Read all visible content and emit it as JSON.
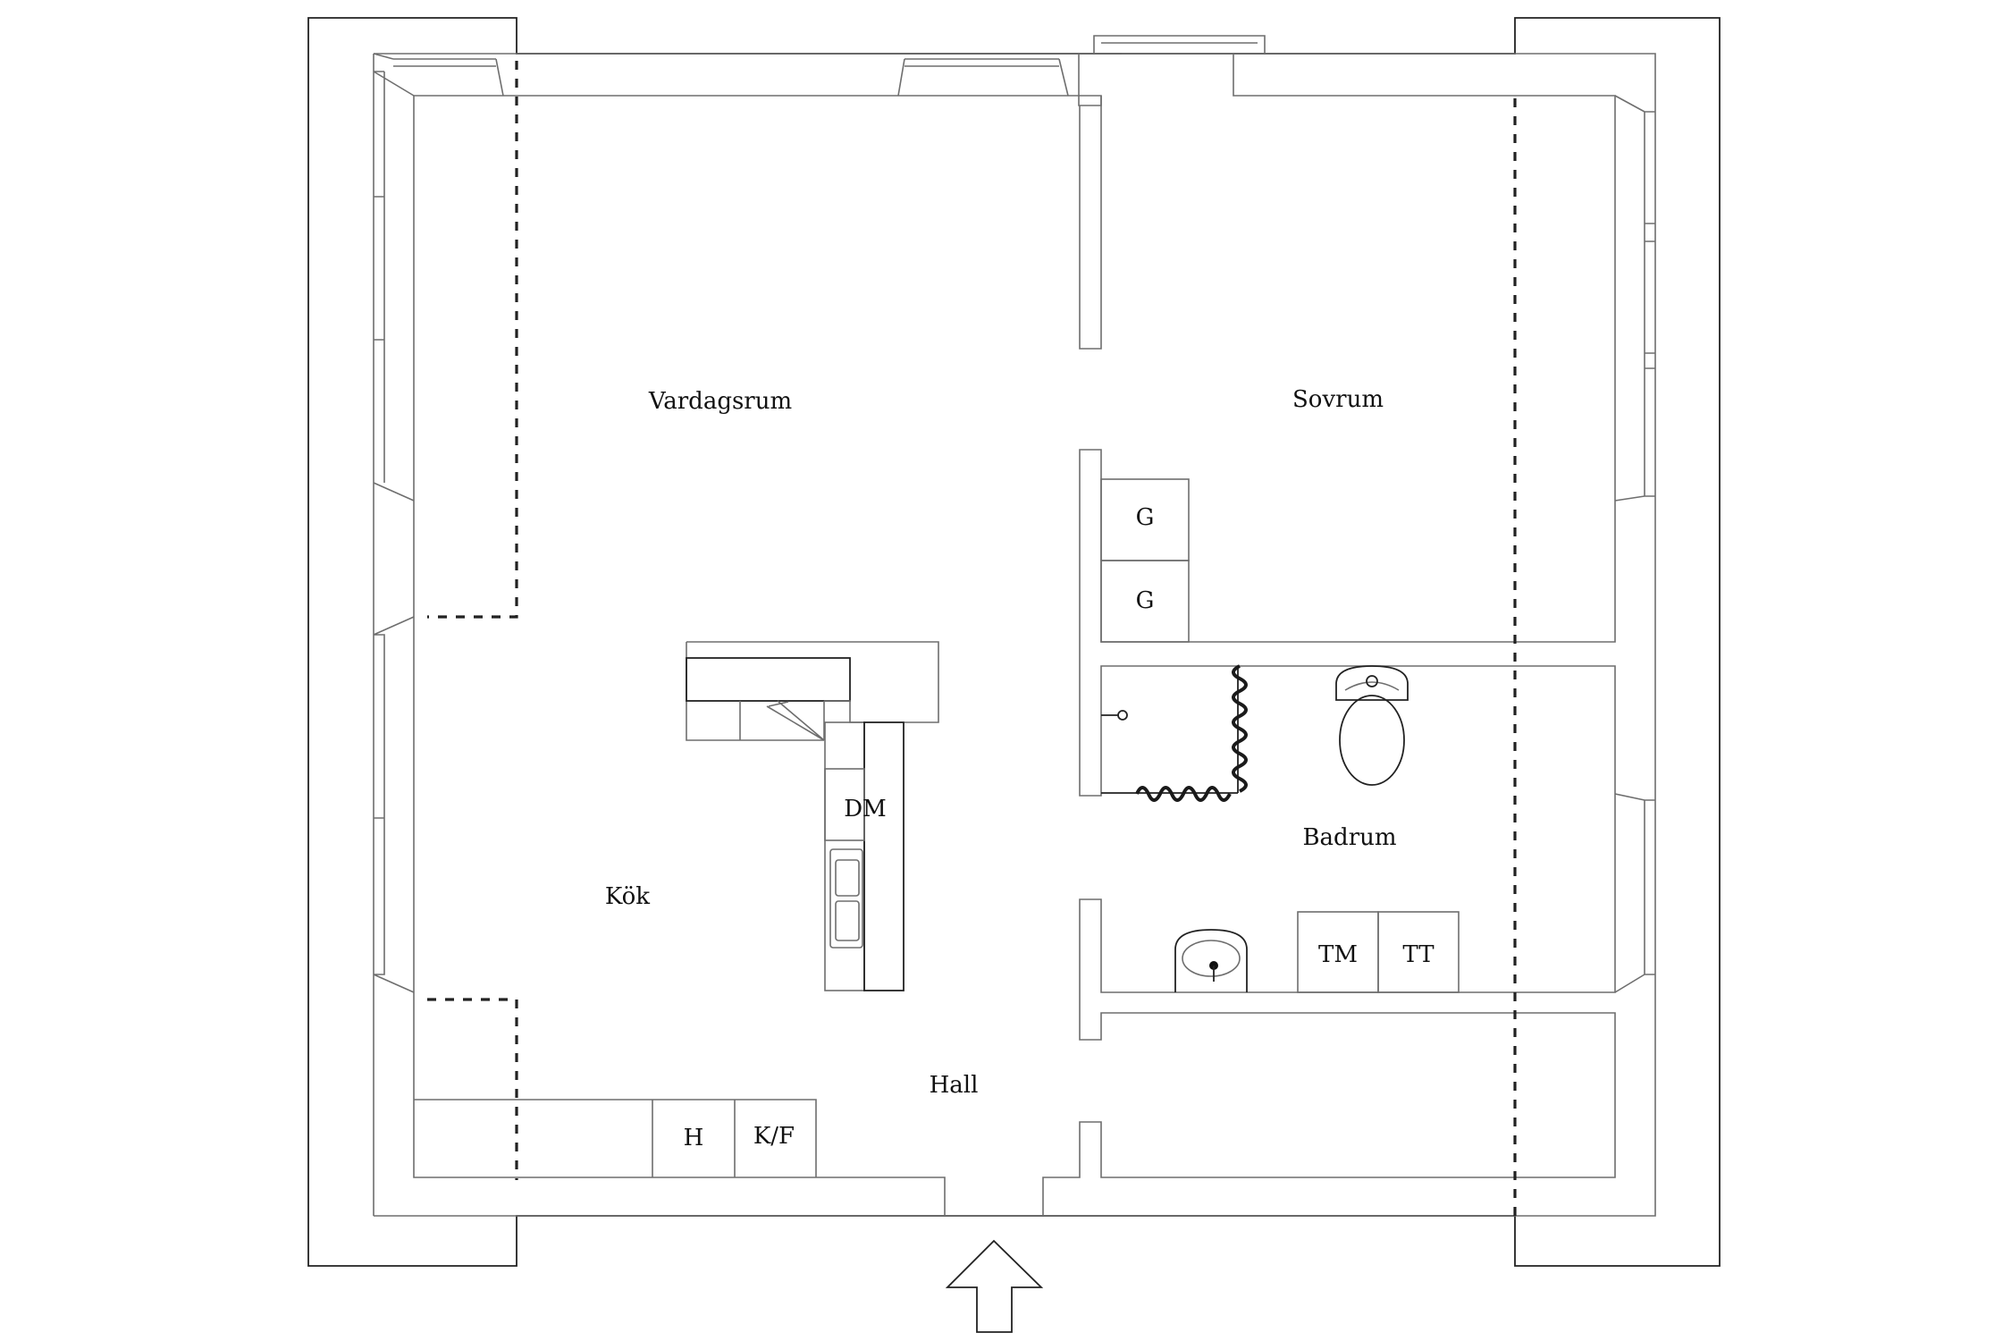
{
  "rooms": {
    "vardagsrum": "Vardagsrum",
    "sovrum": "Sovrum",
    "kok": "Kök",
    "badrum": "Badrum",
    "hall": "Hall"
  },
  "fixtures": {
    "wardrobe_1": "G",
    "wardrobe_2": "G",
    "dishwasher": "DM",
    "washing_machine": "TM",
    "dryer": "TT",
    "oven": "H",
    "fridge_freezer": "K/F"
  },
  "icons": {
    "entrance": "entrance-arrow-icon"
  }
}
